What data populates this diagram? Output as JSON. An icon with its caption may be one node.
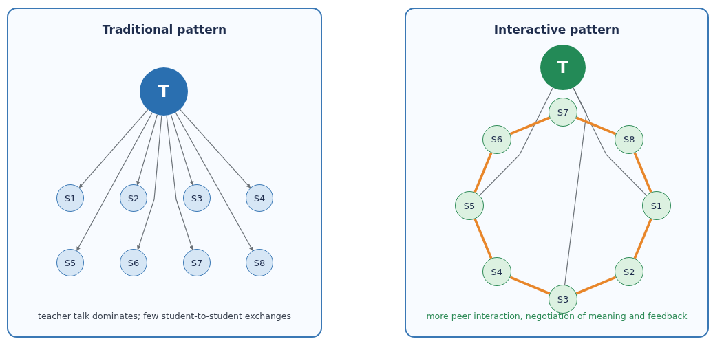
{
  "diagram": {
    "nodes": [
      {
        "text": [
          "Traditional pattern",
          "teacher talk dominates; few student-to-student exchanges"
        ]
      },
      {
        "text": [
          "T"
        ],
        "in": 0
      },
      {
        "text": [
          "S1"
        ],
        "in": 0
      },
      {
        "text": [
          "S2"
        ],
        "in": 0
      },
      {
        "text": [
          "S3"
        ],
        "in": 0
      },
      {
        "text": [
          "S4"
        ],
        "in": 0
      },
      {
        "text": [
          "S5"
        ],
        "in": 0
      },
      {
        "text": [
          "S6"
        ],
        "in": 0
      },
      {
        "text": [
          "S7"
        ],
        "in": 0
      },
      {
        "text": [
          "S8"
        ],
        "in": 0
      },
      {
        "text": [
          "Interactive pattern",
          "more peer interaction, negotiation of meaning and feedback"
        ]
      },
      {
        "text": [
          "T"
        ],
        "in": 10
      },
      {
        "text": [
          "S1"
        ],
        "in": 10
      },
      {
        "text": [
          "S2"
        ],
        "in": 10
      },
      {
        "text": [
          "S3"
        ],
        "in": 10
      },
      {
        "text": [
          "S4"
        ],
        "in": 10
      },
      {
        "text": [
          "S5"
        ],
        "in": 10
      },
      {
        "text": [
          "S6"
        ],
        "in": 10
      },
      {
        "text": [
          "S7"
        ],
        "in": 10
      },
      {
        "text": [
          "S8"
        ],
        "in": 10
      }
    ],
    "edges": [
      {
        "from": 1,
        "to": 2,
        "arrow": "to"
      },
      {
        "from": 1,
        "to": 3,
        "arrow": "to"
      },
      {
        "from": 1,
        "to": 4,
        "arrow": "to"
      },
      {
        "from": 1,
        "to": 5,
        "arrow": "to"
      },
      {
        "from": 1,
        "to": 6,
        "arrow": "to"
      },
      {
        "from": 1,
        "to": 7,
        "arrow": "to"
      },
      {
        "from": 1,
        "to": 8,
        "arrow": "to"
      },
      {
        "from": 1,
        "to": 9,
        "arrow": "to"
      },
      {
        "from": 11,
        "to": 16,
        "arrow": "none"
      },
      {
        "from": 11,
        "to": 12,
        "arrow": "none"
      },
      {
        "from": 11,
        "to": 14,
        "arrow": "none"
      },
      {
        "from": 18,
        "to": 19,
        "arrow": "none",
        "style": "thick",
        "color": "#e8862a"
      },
      {
        "from": 19,
        "to": 12,
        "arrow": "none",
        "style": "thick",
        "color": "#e8862a"
      },
      {
        "from": 12,
        "to": 13,
        "arrow": "none",
        "style": "thick",
        "color": "#e8862a"
      },
      {
        "from": 13,
        "to": 14,
        "arrow": "none",
        "style": "thick",
        "color": "#e8862a"
      },
      {
        "from": 14,
        "to": 15,
        "arrow": "none",
        "style": "thick",
        "color": "#e8862a"
      },
      {
        "from": 15,
        "to": 16,
        "arrow": "none",
        "style": "thick",
        "color": "#e8862a"
      },
      {
        "from": 16,
        "to": 17,
        "arrow": "none",
        "style": "thick",
        "color": "#e8862a"
      },
      {
        "from": 17,
        "to": 18,
        "arrow": "none",
        "style": "thick",
        "color": "#e8862a"
      }
    ]
  }
}
